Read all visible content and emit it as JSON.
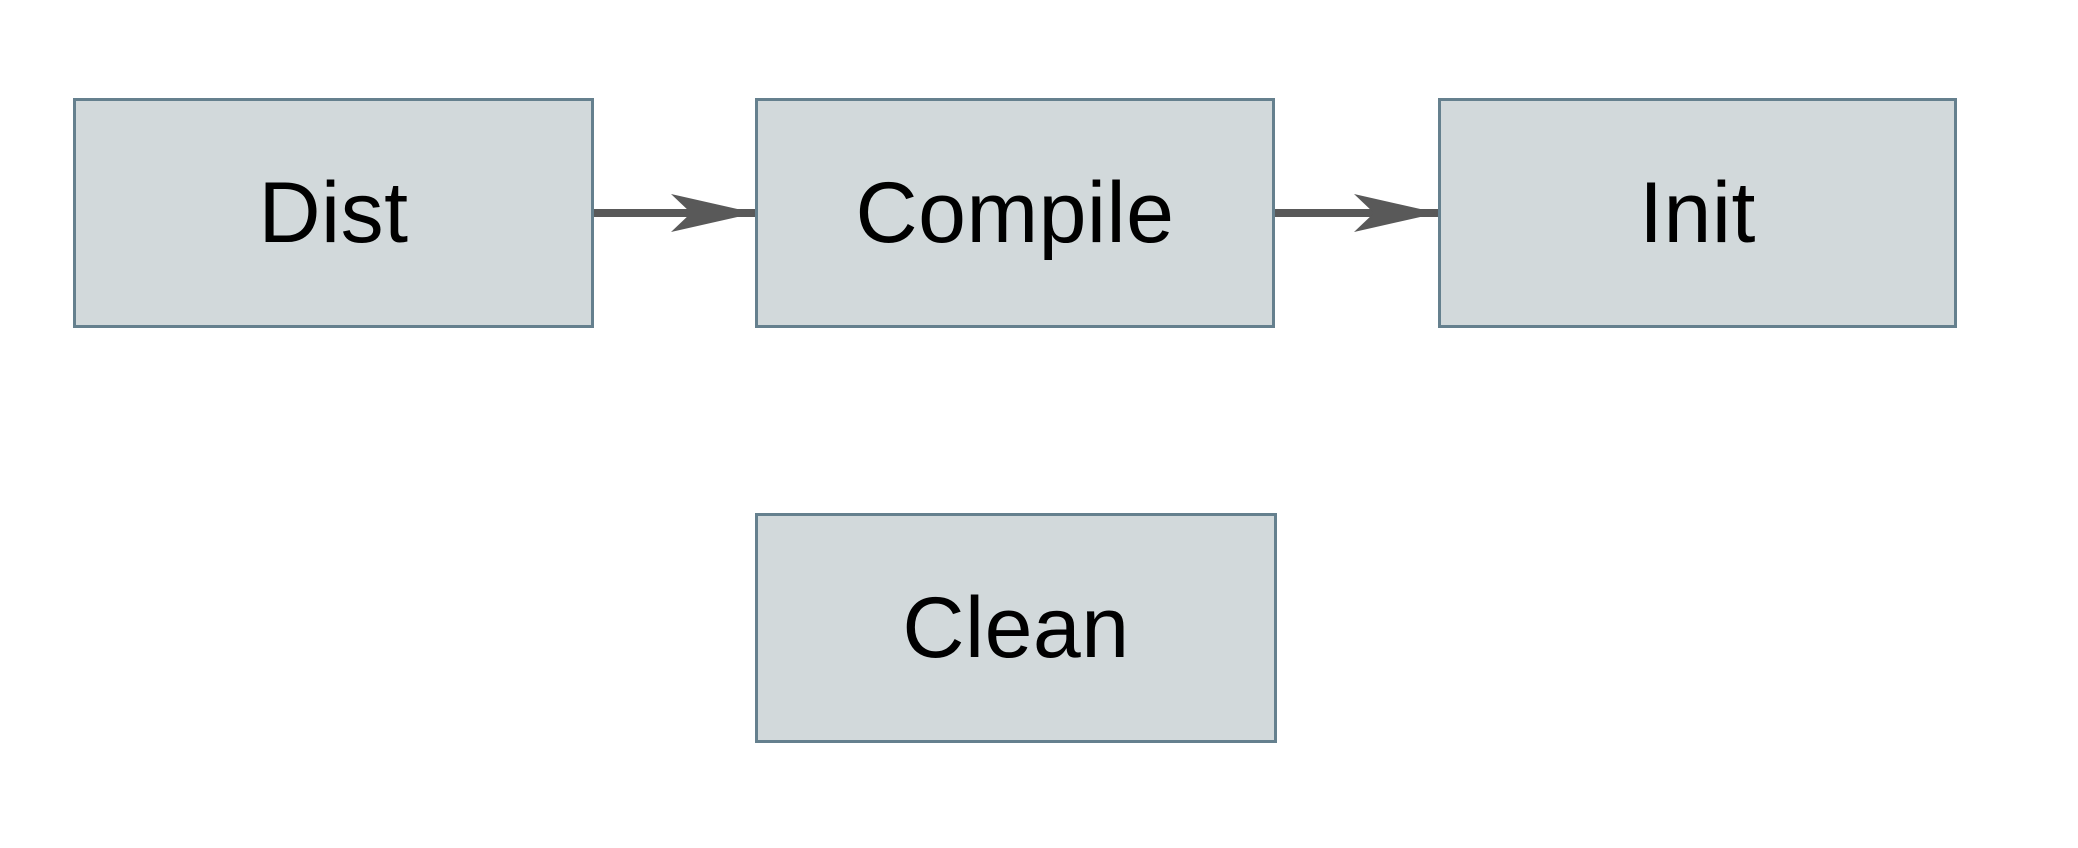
{
  "diagram": {
    "type": "flowchart",
    "nodes": [
      {
        "id": "dist",
        "label": "Dist"
      },
      {
        "id": "compile",
        "label": "Compile"
      },
      {
        "id": "init",
        "label": "Init"
      },
      {
        "id": "clean",
        "label": "Clean"
      }
    ],
    "edges": [
      {
        "from": "Dist",
        "to": "Compile",
        "style": "solid-arrow"
      },
      {
        "from": "Compile",
        "to": "Init",
        "style": "solid-arrow"
      }
    ],
    "colors": {
      "background": "#ffffff",
      "node_fill": "#d2d9db",
      "node_border": "#65808e",
      "arrow": "#595959",
      "text": "#000000"
    }
  }
}
